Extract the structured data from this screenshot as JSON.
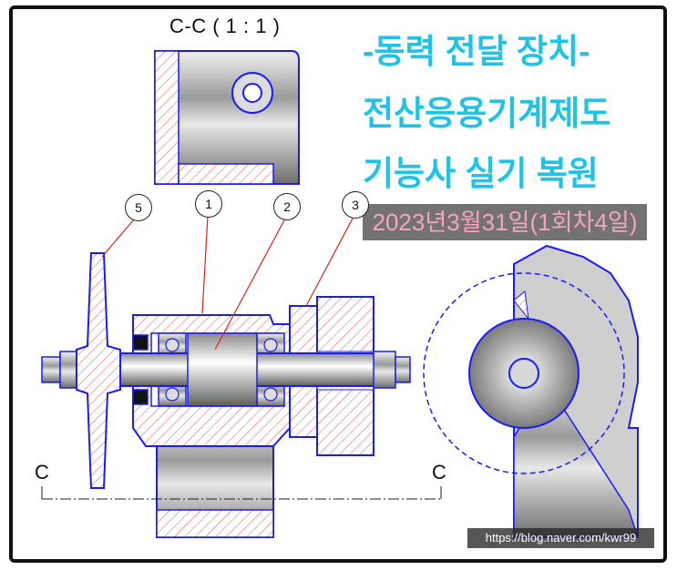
{
  "section_view": {
    "label": "C-C ( 1 : 1 )"
  },
  "title": {
    "line1": "-동력 전달 장치-",
    "line2": "전산응용기계제도",
    "line3": "기능사 실기 복원"
  },
  "date_banner": "2023년3월31일(1회차4일)",
  "callouts": [
    {
      "id": "5"
    },
    {
      "id": "1"
    },
    {
      "id": "2"
    },
    {
      "id": "3"
    }
  ],
  "cut_plane": {
    "left": "C",
    "right": "C"
  },
  "watermark": "https://blog.naver.com/kwr99",
  "colors": {
    "outline": "#1a1aff",
    "hatch": "#e05a5a",
    "title": "#1ec3e8",
    "banner_bg": "#737373",
    "banner_text": "#f5a3c0"
  }
}
